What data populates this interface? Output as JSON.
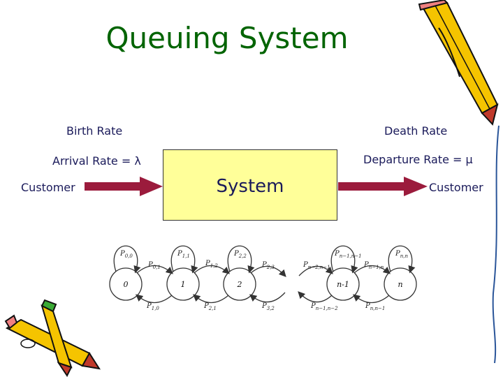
{
  "title": "Queuing System",
  "labels": {
    "birth_rate": "Birth Rate",
    "death_rate": "Death Rate",
    "arrival_rate": "Arrival Rate = λ",
    "departure_rate": "Departure Rate = μ",
    "customer_in": "Customer",
    "customer_out": "Customer",
    "system": "System"
  },
  "chain": {
    "nodes": [
      "0",
      "1",
      "2",
      "n-1",
      "n"
    ],
    "self_loops": [
      {
        "p": "P",
        "sub": "0,0"
      },
      {
        "p": "P",
        "sub": "1,1"
      },
      {
        "p": "P",
        "sub": "2,2"
      },
      {
        "p": "P",
        "sub": "n−1,n−1"
      },
      {
        "p": "P",
        "sub": "n,n"
      }
    ],
    "forward": [
      {
        "p": "P",
        "sub": "0,1"
      },
      {
        "p": "P",
        "sub": "1,2"
      },
      {
        "p": "P",
        "sub": "2,3"
      },
      {
        "p": "P",
        "sub": "n−2,n−1"
      },
      {
        "p": "P",
        "sub": "n−1,n"
      }
    ],
    "backward": [
      {
        "p": "P",
        "sub": "1,0"
      },
      {
        "p": "P",
        "sub": "2,1"
      },
      {
        "p": "P",
        "sub": "3,2"
      },
      {
        "p": "P",
        "sub": "n−1,n−2"
      },
      {
        "p": "P",
        "sub": "n,n−1"
      }
    ]
  },
  "colors": {
    "title": "#006400",
    "arrow": "#9b1b3c",
    "system_box": "#ffff99",
    "pencil_body": "#f5c400",
    "pencil_tip": "#c0392b"
  }
}
